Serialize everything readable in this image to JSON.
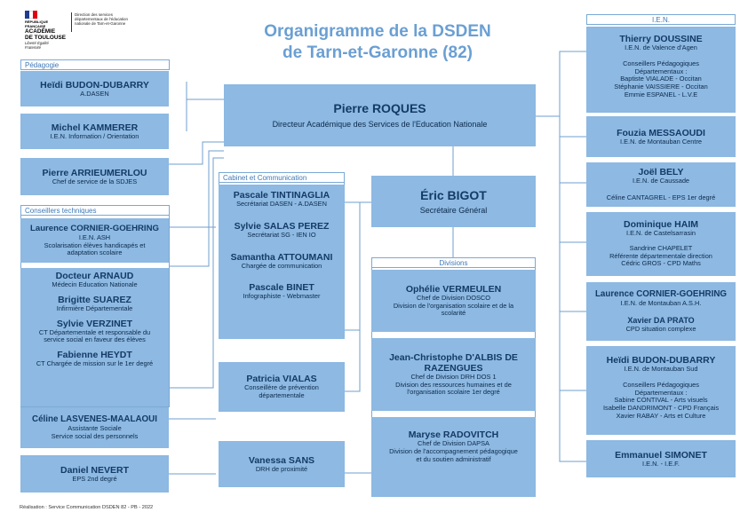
{
  "header": {
    "title_line1": "Organigramme de la DSDEN",
    "title_line2": "de Tarn-et-Garonne (82)",
    "logo": {
      "republique": "RÉPUBLIQUE FRANÇAISE",
      "academie_line1": "ACADÉMIE",
      "academie_line2": "DE TOULOUSE",
      "devise": "Liberté Égalité Fraternité",
      "direction": "Direction des services départementaux de l'éducation nationale de Tarn-et-Garonne"
    }
  },
  "sections": {
    "pedagogie": "Pédagogie",
    "conseillers_techniques": "Conseillers techniques",
    "cabinet": "Cabinet et Communication",
    "divisions": "Divisions",
    "ien": "I.E.N."
  },
  "center": {
    "dasen": {
      "name": "Pierre ROQUES",
      "role": "Directeur Académique des Services de l'Education Nationale"
    },
    "sg": {
      "name": "Éric BIGOT",
      "role": "Secrétaire Général"
    }
  },
  "left": [
    {
      "name": "Heïdi BUDON-DUBARRY",
      "role": "A.DASEN"
    },
    {
      "name": "Michel KAMMERER",
      "role": "I.E.N. Information / Orientation"
    },
    {
      "name": "Pierre ARRIEUMERLOU",
      "role": "Chef de service de la SDJES"
    },
    {
      "name": "Laurence CORNIER-GOEHRING",
      "role_1": "I.E.N. ASH",
      "role_2": "Scolarisation élèves handicapés et",
      "role_3": "adaptation scolaire"
    },
    {
      "name": "Docteur ARNAUD",
      "role": "Médecin Education Nationale",
      "name_2": "Brigitte SUAREZ",
      "role_2": "Infirmière Départementale",
      "name_3": "Sylvie VERZINET",
      "role_3a": "CT Départementale et responsable du",
      "role_3b": "service social en faveur des élèves",
      "name_4": "Fabienne HEYDT",
      "role_4": "CT Chargée de mission sur le 1er degré"
    },
    {
      "name": "Céline LASVENES-MAALAOUI",
      "role_1": "Assistante Sociale",
      "role_2": "Service social des personnels"
    },
    {
      "name": "Daniel NEVERT",
      "role": "EPS 2nd degré"
    }
  ],
  "cabinet": {
    "persons": [
      {
        "name": "Pascale TINTINAGLIA",
        "role": "Secrétariat DASEN - A.DASEN"
      },
      {
        "name": "Sylvie SALAS PEREZ",
        "role": "Secrétariat SG - IEN IO"
      },
      {
        "name": "Samantha ATTOUMANI",
        "role": "Chargée de communication"
      },
      {
        "name": "Pascale BINET",
        "role": "Infographiste - Webmaster"
      }
    ],
    "prevention": {
      "name": "Patricia VIALAS",
      "role_1": "Conseillère de prévention",
      "role_2": "départementale"
    },
    "drh": {
      "name": "Vanessa SANS",
      "role": "DRH de proximité"
    }
  },
  "divisions": [
    {
      "name": "Ophélie VERMEULEN",
      "role_1": "Chef de Division DOSCO",
      "role_2": "Division de l'organisation scolaire et de la",
      "role_3": "scolarité"
    },
    {
      "name_1": "Jean-Christophe D'ALBIS DE",
      "name_2": "RAZENGUES",
      "role_1": "Chef de Division DRH DOS 1",
      "role_2": "Division des ressources humaines et de",
      "role_3": "l'organisation scolaire 1er degré"
    },
    {
      "name": "Maryse RADOVITCH",
      "role_1": "Chef de Division DAPSA",
      "role_2": "Division de l'accompagnement pédagogique",
      "role_3": "et du soutien administratif"
    }
  ],
  "ien": [
    {
      "name": "Thierry DOUSSINE",
      "role": "I.E.N. de Valence d'Agen",
      "extra": [
        "Conseillers Pédagogiques",
        "Départementaux :",
        "Baptiste VIALADE - Occitan",
        "Stéphanie VAISSIERE - Occitan",
        "Emmie ESPANEL - L.V.E"
      ]
    },
    {
      "name": "Fouzia MESSAOUDI",
      "role": "I.E.N. de Montauban Centre",
      "extra": []
    },
    {
      "name": "Joël BELY",
      "role": "I.E.N. de Caussade",
      "extra": [
        "Céline CANTAGREL - EPS 1er degré"
      ]
    },
    {
      "name": "Dominique HAIM",
      "role": "I.E.N. de Castelsarrasin",
      "extra": [
        "Sandrine CHAPELET",
        "Référente départementale direction",
        "Cédric GROS - CPD Maths"
      ]
    },
    {
      "name": "Laurence CORNIER-GOEHRING",
      "role": "I.E.N. de Montauban A.S.H.",
      "extra_name": "Xavier DA PRATO",
      "extra": [
        "CPD situation complexe"
      ]
    },
    {
      "name": "Heïdi BUDON-DUBARRY",
      "role": "I.E.N. de Montauban Sud",
      "extra": [
        "Conseillers Pédagogiques",
        "Départementaux :",
        "Sabine CONTIVAL - Arts visuels",
        "Isabelle DANDRIMONT - CPD Français",
        "Xavier RABAY - Arts et Culture"
      ]
    },
    {
      "name": "Emmanuel SIMONET",
      "role": "I.E.N. - I.E.F.",
      "extra": []
    }
  ],
  "footer": "Réalisation : Service Communication DSDEN 82 - PB - 2022",
  "colors": {
    "box": "#8db9e2",
    "title": "#6a9fd3",
    "line": "#6f9fcf",
    "label_text": "#3e78b5"
  }
}
